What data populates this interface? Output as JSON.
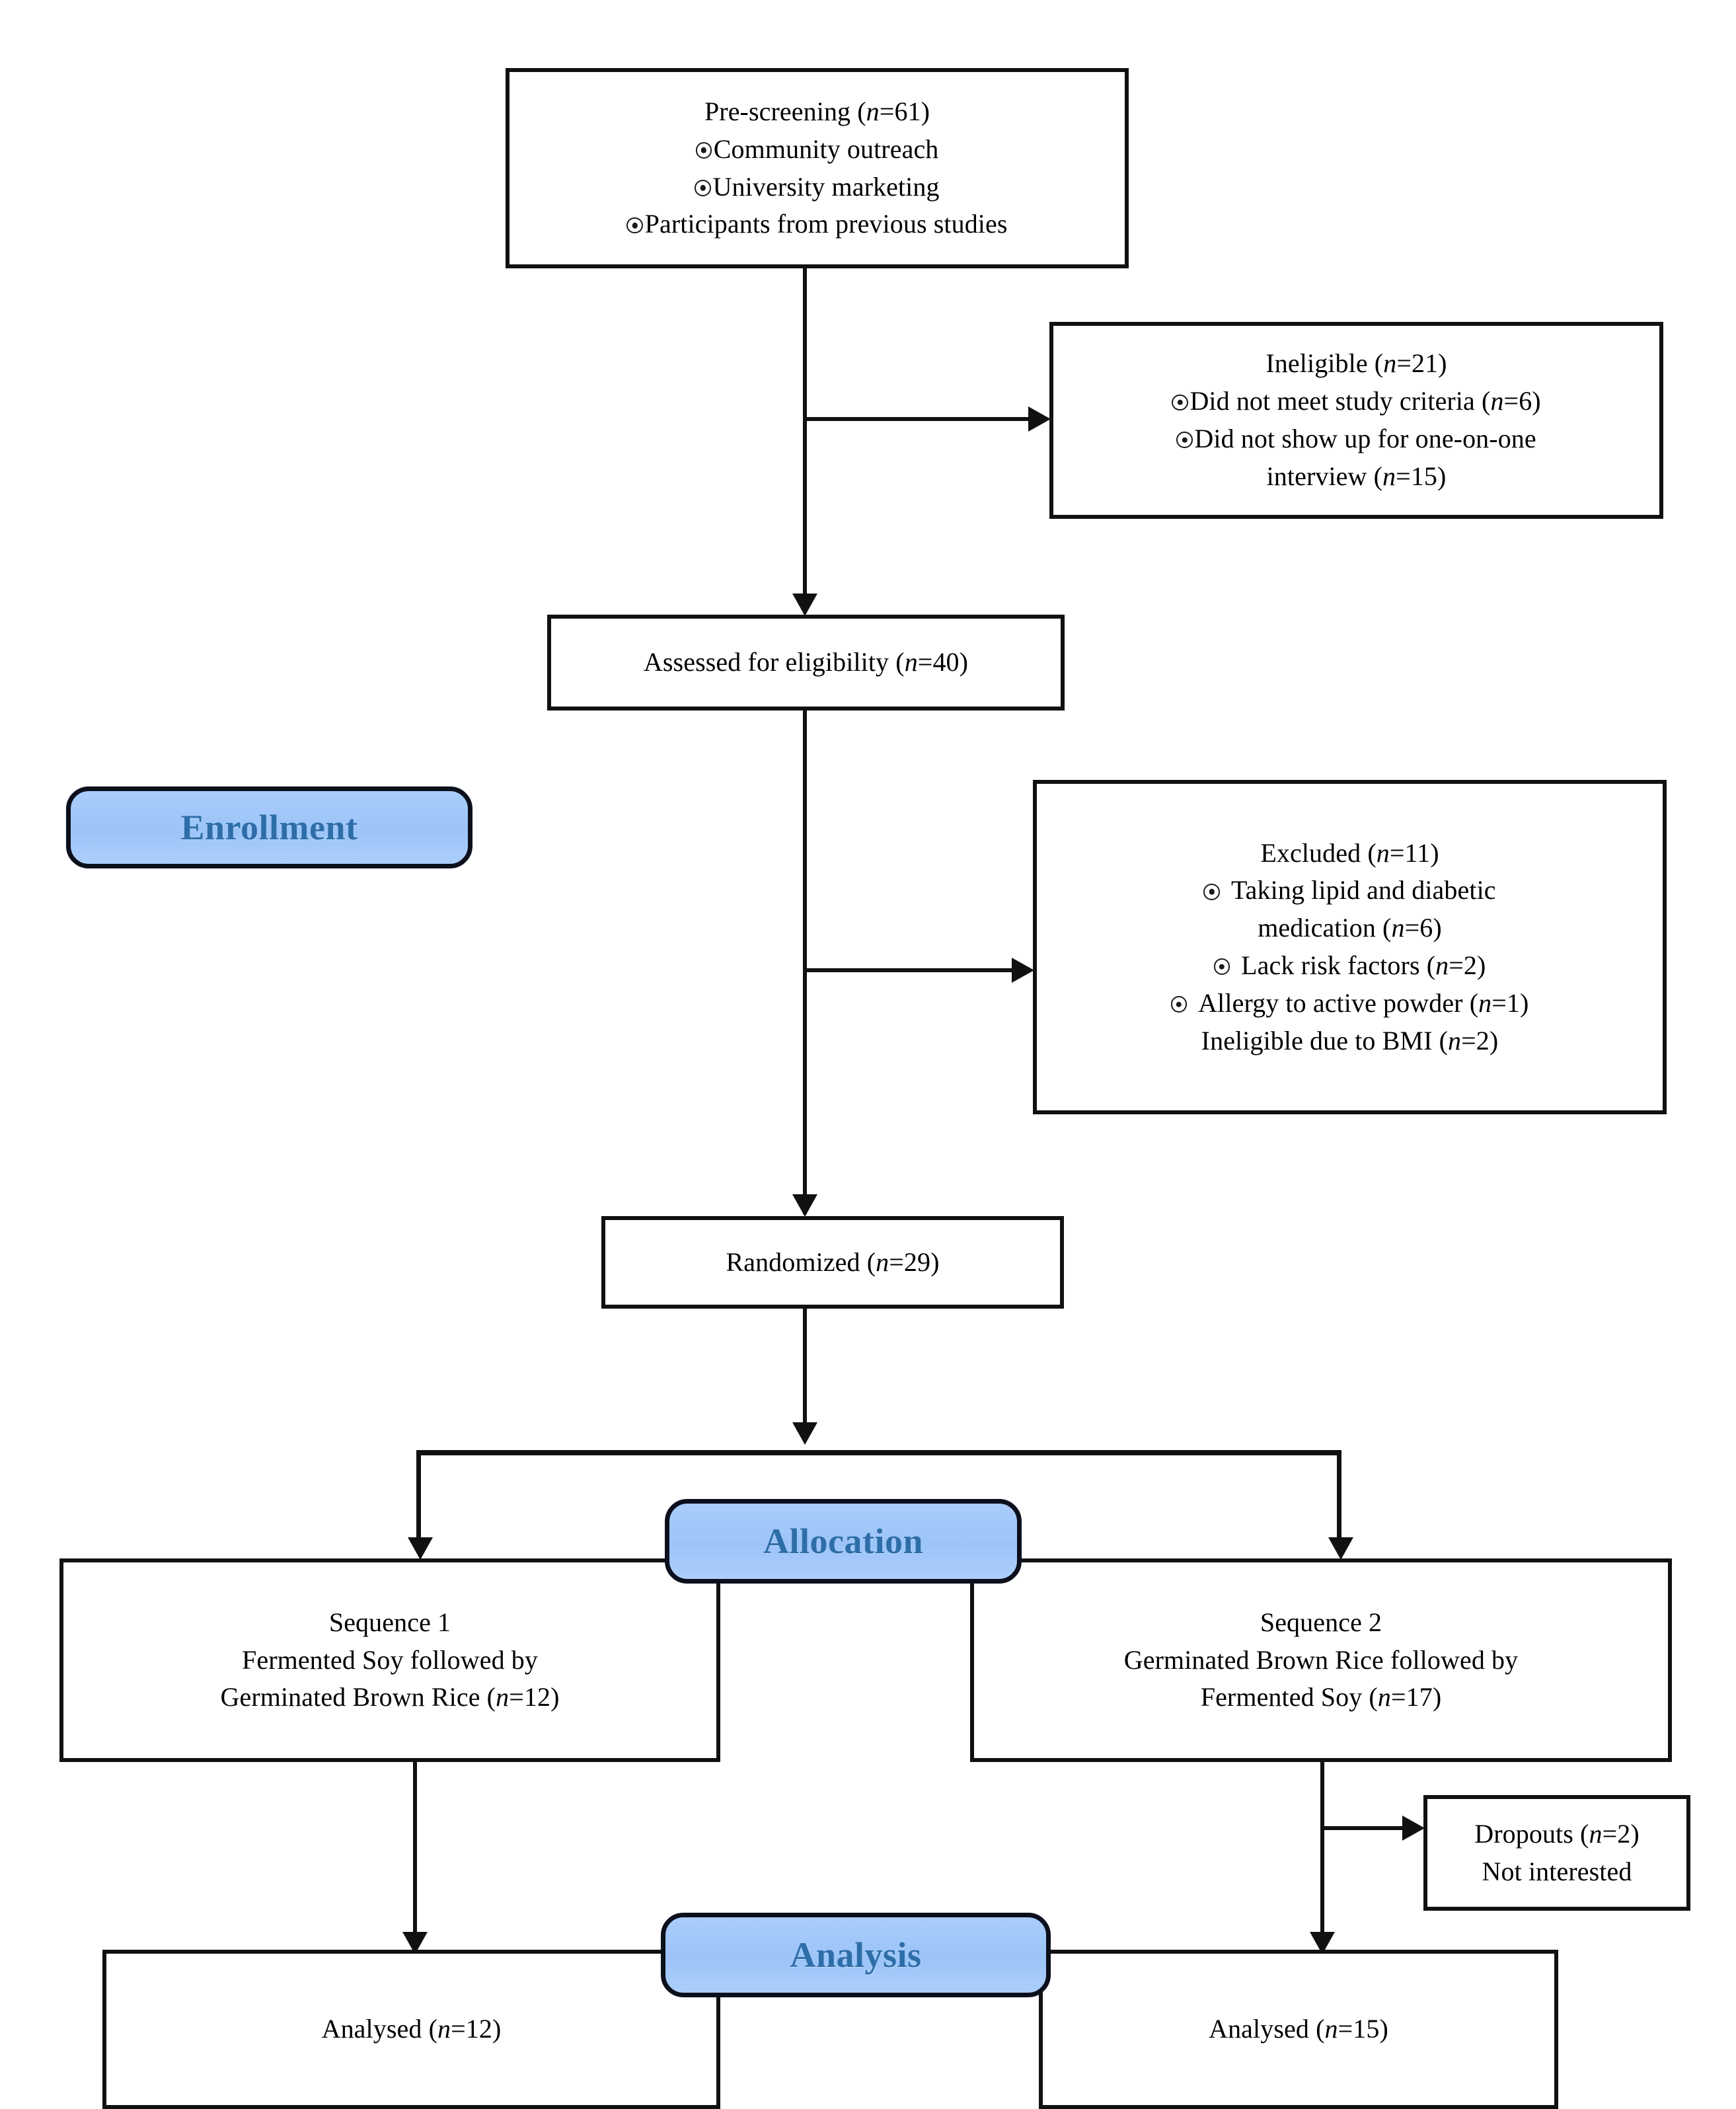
{
  "diagram": {
    "title": "CONSORT participant flow diagram",
    "accent_color": "#9cc4f8",
    "badge_text_color": "#2e6ea8",
    "border_color": "#111111"
  },
  "badges": {
    "enrollment": "Enrollment",
    "allocation": "Allocation",
    "analysis": "Analysis"
  },
  "nodes": {
    "prescreening": {
      "heading": "Pre-screening (",
      "heading_n": "n",
      "heading_eq": "=61)",
      "items": [
        "Community outreach",
        "University marketing",
        "Participants from previous studies"
      ]
    },
    "ineligible": {
      "heading": "Ineligible (",
      "heading_n": "n",
      "heading_eq": "=21)",
      "item1_a": "Did not meet study criteria (",
      "item1_n": "n",
      "item1_b": "=6)",
      "item2_a": "Did not show up for one-on-one",
      "item2_b": "interview (",
      "item2_n": "n",
      "item2_c": "=15)"
    },
    "assessed": {
      "text_a": "Assessed for eligibility (",
      "text_n": "n",
      "text_b": "=40)"
    },
    "excluded": {
      "heading_a": "Excluded (",
      "heading_n": "n",
      "heading_b": "=11)",
      "item1_a": "Taking lipid and diabetic",
      "item1_b": "medication  (",
      "item1_n": "n",
      "item1_c": "=6)",
      "item2_a": "Lack risk factors (",
      "item2_n": "n",
      "item2_b": "=2)",
      "item3_a": "Allergy to active powder (",
      "item3_n": "n",
      "item3_b": "=1)",
      "item4_a": "Ineligible due to BMI (",
      "item4_n": "n",
      "item4_b": "=2)"
    },
    "randomized": {
      "text_a": "Randomized (",
      "text_n": "n",
      "text_b": "=29)"
    },
    "sequence1": {
      "line1": "Sequence 1",
      "line2": "Fermented Soy followed by",
      "line3_a": "Germinated Brown Rice (",
      "line3_n": "n",
      "line3_b": "=12)"
    },
    "sequence2": {
      "line1": "Sequence 2",
      "line2": "Germinated Brown Rice followed by",
      "line3_a": "Fermented Soy (",
      "line3_n": "n",
      "line3_b": "=17)"
    },
    "dropouts": {
      "line1_a": "Dropouts (",
      "line1_n": "n",
      "line1_b": "=2)",
      "line2": "Not interested"
    },
    "analysed_left": {
      "text_a": "Analysed (",
      "text_n": "n",
      "text_b": "=12)"
    },
    "analysed_right": {
      "text_a": "Analysed (",
      "text_n": "n",
      "text_b": "=15)"
    }
  }
}
